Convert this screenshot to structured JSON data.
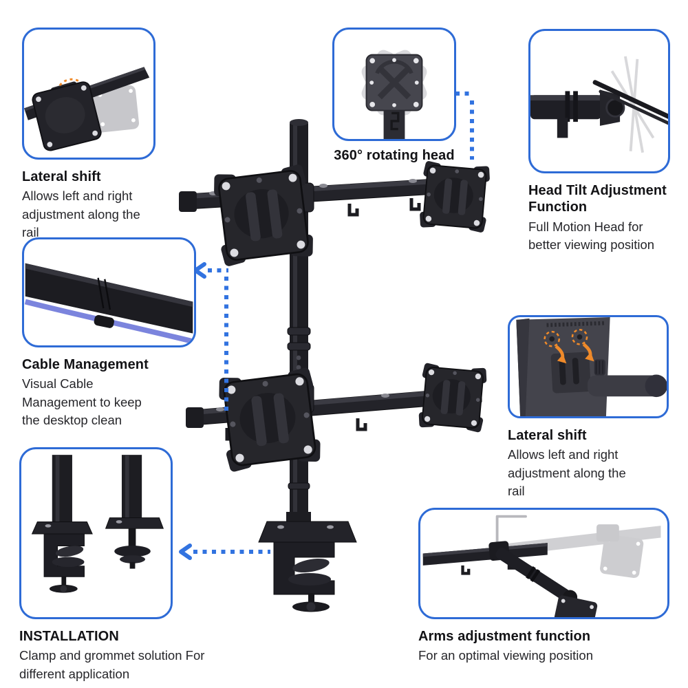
{
  "product": {
    "name": "quad-monitor-desk-mount",
    "description": "Quad monitor desk mount pole with four VESA arms and desk clamp"
  },
  "colors": {
    "background": "#ffffff",
    "accent_blue_border": "#2e6bd6",
    "arrow_blue": "#3273e0",
    "text_heading": "#131316",
    "text_body": "#26262a",
    "product_black": "#1d1d22",
    "ghost_gray": "#a9a9af",
    "highlight_orange": "#ef8a2a",
    "cable_blue": "#7b84dd"
  },
  "callouts": [
    {
      "id": "lateral-shift-top",
      "title": "Lateral shift",
      "body": "Allows left and right adjustment along the rail"
    },
    {
      "id": "rotating-head",
      "title": "360° rotating head",
      "body": ""
    },
    {
      "id": "head-tilt",
      "title": "Head Tilt Adjustment Function",
      "body": "Full Motion Head for better viewing position"
    },
    {
      "id": "cable-management",
      "title": "Cable Management",
      "body": "Visual Cable Management to keep the desktop clean"
    },
    {
      "id": "lateral-shift-right",
      "title": "Lateral shift",
      "body": "Allows left and right adjustment along the rail"
    },
    {
      "id": "installation",
      "title": "INSTALLATION",
      "body": "Clamp and grommet solution For different application"
    },
    {
      "id": "arms-adjustment",
      "title": "Arms adjustment function",
      "body": "For an optimal viewing position"
    }
  ],
  "connectors": [
    {
      "id": "rotating-head-connector",
      "style": "dotted-line"
    },
    {
      "id": "cable-management-connector",
      "style": "dotted-line-with-left-chevron"
    },
    {
      "id": "installation-connector",
      "style": "dotted-line-with-left-chevron"
    }
  ]
}
